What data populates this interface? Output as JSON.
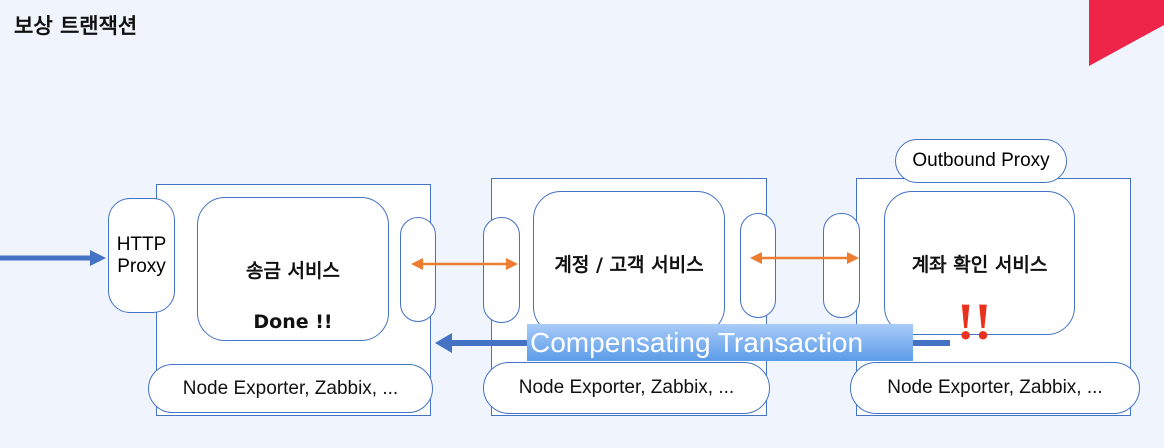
{
  "title": "보상 트랜잭션",
  "http_proxy": "HTTP\nProxy",
  "outbound_proxy": "Outbound Proxy",
  "services": [
    {
      "name": "송금 서비스",
      "status": "Done !!",
      "monitoring": "Node Exporter,  Zabbix, ..."
    },
    {
      "name": "계정 / 고객 서비스",
      "monitoring": "Node Exporter,  Zabbix, ..."
    },
    {
      "name": "계좌 확인 서비스",
      "alert": "!!",
      "monitoring": "Node Exporter,  Zabbix, ..."
    }
  ],
  "compensating": "Compensating Transaction",
  "colors": {
    "background": "#eff4fd",
    "border": "#4472c4",
    "arrow_orange": "#ed7d31",
    "alert": "#e8321e",
    "brand": "#ee2449"
  }
}
